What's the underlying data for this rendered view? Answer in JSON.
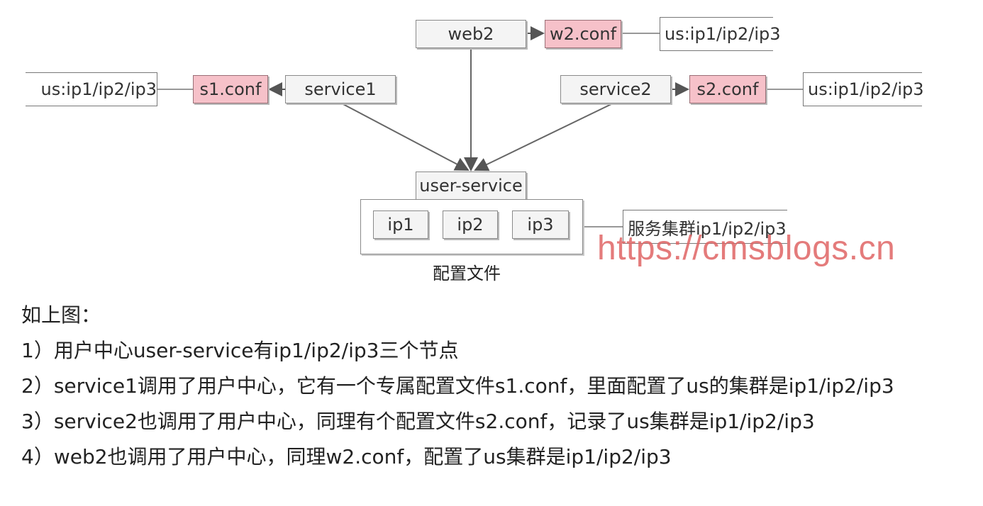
{
  "diagram": {
    "web2": "web2",
    "w2_conf": "w2.conf",
    "w2_list": "us:ip1/ip2/ip3",
    "service1": "service1",
    "s1_conf": "s1.conf",
    "s1_list": "us:ip1/ip2/ip3",
    "service2": "service2",
    "s2_conf": "s2.conf",
    "s2_list": "us:ip1/ip2/ip3",
    "user_service": "user-service",
    "ip1": "ip1",
    "ip2": "ip2",
    "ip3": "ip3",
    "cluster_list": "服务集群ip1/ip2/ip3",
    "config_caption": "配置文件",
    "watermark": "https://cmsblogs.cn"
  },
  "text": {
    "intro": "如上图：",
    "items": [
      "1）用户中心user-service有ip1/ip2/ip3三个节点",
      "2）service1调用了用户中心，它有一个专属配置文件s1.conf，里面配置了us的集群是ip1/ip2/ip3",
      "3）service2也调用了用户中心，同理有个配置文件s2.conf，记录了us集群是ip1/ip2/ip3",
      "4）web2也调用了用户中心，同理w2.conf，配置了us集群是ip1/ip2/ip3"
    ]
  }
}
